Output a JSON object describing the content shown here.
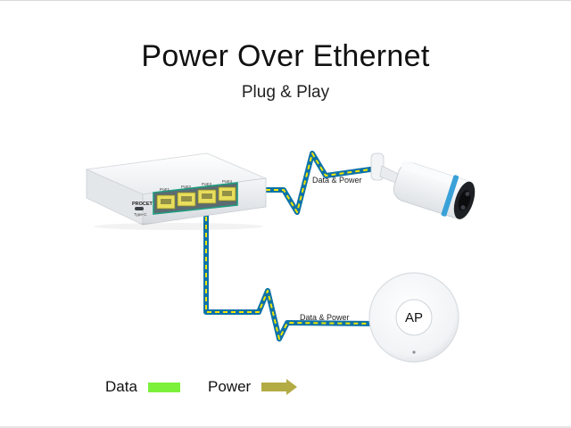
{
  "header": {
    "title": "Power Over Ethernet",
    "subtitle": "Plug & Play"
  },
  "switch": {
    "brand": "PROCET",
    "usb_label": "Type-C",
    "ports": [
      "PoE1",
      "PoE2",
      "PoE3",
      "PoE4"
    ]
  },
  "links": {
    "camera_label": "Data & Power",
    "ap_label": "Data & Power"
  },
  "access_point": {
    "label": "AP"
  },
  "legend": {
    "data_label": "Data",
    "power_label": "Power",
    "data_color": "#7cf03a",
    "power_color": "#b3ab44"
  },
  "colors": {
    "cable_blue": "#0d72a8",
    "cable_yellow": "#f2e600",
    "port_yellow": "#e8de5c"
  }
}
